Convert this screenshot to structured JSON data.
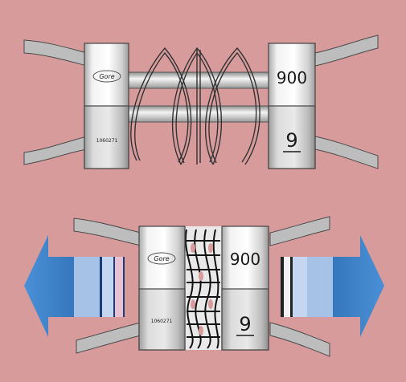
{
  "background_color": "#d79b9c",
  "top_device": {
    "left_block": {
      "logo_text": "Gore",
      "serial_text": "1060271"
    },
    "right_block": {
      "top_number": "900",
      "bottom_number": "9"
    }
  },
  "bottom_device": {
    "left_block": {
      "logo_text": "Gore",
      "serial_text": "1060271"
    },
    "right_block": {
      "top_number": "900",
      "bottom_number": "9"
    }
  },
  "icons": {
    "left_arrow": "arrow-left-icon",
    "right_arrow": "arrow-right-icon"
  },
  "colors": {
    "arrow_blue": "#3f86cc",
    "band_light_blue": "#a6c2e6",
    "band_pale_blue": "#c5d7f0",
    "band_dark_blue": "#1a3d78",
    "band_pink": "#e8c2d0",
    "clamp_light": "#eeeeee",
    "clamp_dark": "#b3b3b3",
    "cable_gray": "#bdbdbd"
  }
}
